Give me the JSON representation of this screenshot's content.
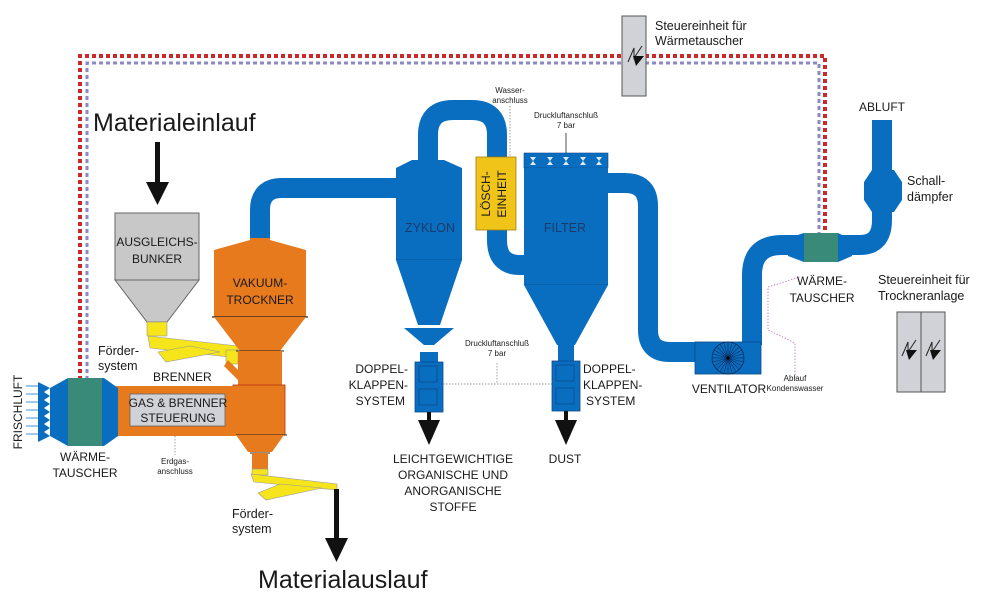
{
  "title_in": "Materialeinlauf",
  "title_out": "Materialauslauf",
  "colors": {
    "duct_blue": "#0a6ec0",
    "orange": "#e87a1e",
    "yellow": "#f5e51a",
    "teal_exchanger": "#3a8a7a",
    "grey_bunker": "#c8c8c8",
    "control_grey": "#d0d2d8",
    "loesch_yellow": "#f0c418",
    "signal_red": "#cc2a2a",
    "signal_purple": "#8c88c0"
  },
  "components": {
    "ausgleichsbunker": [
      "AUSGLEICHS-",
      "BUNKER"
    ],
    "vakuumtrockner": [
      "VAKUUM-",
      "TROCKNER"
    ],
    "foerdersystem_top": [
      "Förder-",
      "system"
    ],
    "foerdersystem_bottom": [
      "Förder-",
      "system"
    ],
    "brenner": "BRENNER",
    "gas_brenner_steuerung": [
      "GAS & BRENNER",
      "STEUERUNG"
    ],
    "erdgasanschluss": [
      "Erdgas-",
      "anschluss"
    ],
    "frischluft": "FRISCHLUFT",
    "waermetauscher_left": [
      "WÄRME-",
      "TAUSCHER"
    ],
    "zyklon": "ZYKLON",
    "loescheinheit": [
      "LÖSCH-",
      "EINHEIT"
    ],
    "wasseranschluss": [
      "Wasser-",
      "anschluss"
    ],
    "filter": "FILTER",
    "druckluft_top": [
      "Druckluftanschluß",
      "7 bar"
    ],
    "druckluft_mid": [
      "Druckluftanschluß",
      "7 bar"
    ],
    "doppelklappen_left": [
      "DOPPEL-",
      "KLAPPEN-",
      "SYSTEM"
    ],
    "doppelklappen_right": [
      "DOPPEL-",
      "KLAPPEN-",
      "SYSTEM"
    ],
    "output_left": [
      "LEICHTGEWICHTIGE",
      "ORGANISCHE UND",
      "ANORGANISCHE",
      "STOFFE"
    ],
    "output_right": "DUST",
    "ventilator": "VENTILATOR",
    "ablauf": [
      "Ablauf",
      "Kondenswasser"
    ],
    "waermetauscher_right": [
      "WÄRME-",
      "TAUSCHER"
    ],
    "abluft": "ABLUFT",
    "schalldaempfer": [
      "Schall-",
      "dämpfer"
    ],
    "steuer_waerme": [
      "Steuereinheit für",
      "Wärmetauscher"
    ],
    "steuer_trockner": [
      "Steuereinheit für",
      "Trockneranlage"
    ]
  }
}
